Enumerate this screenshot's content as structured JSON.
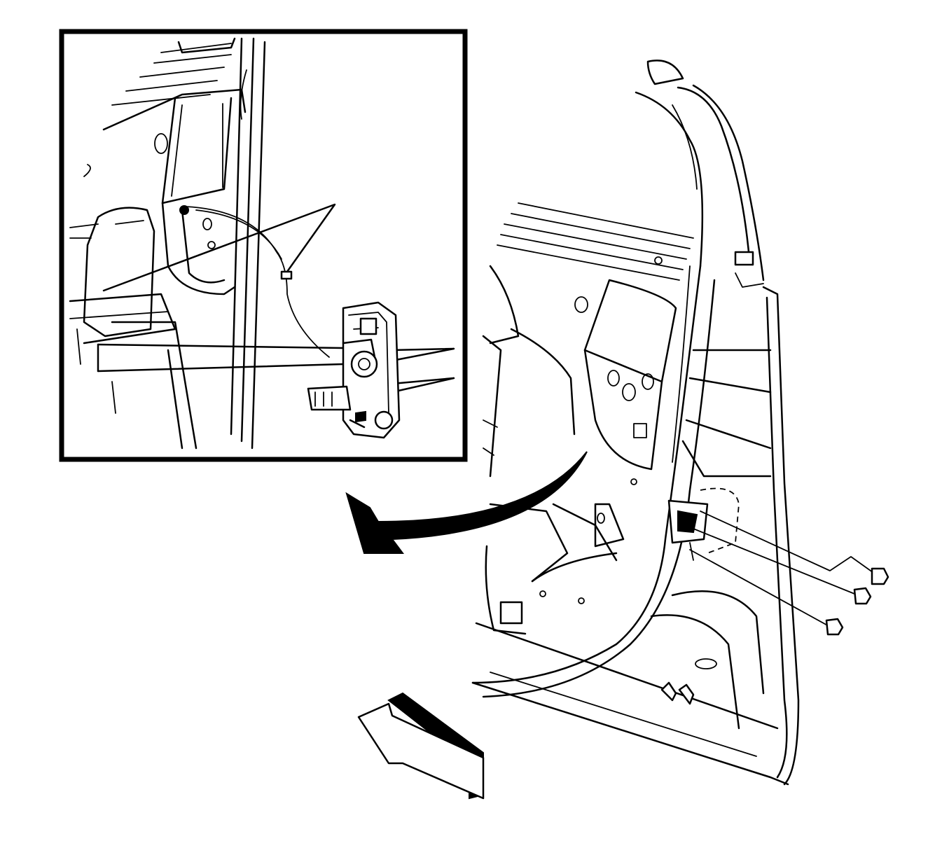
{
  "diagram": {
    "labels": [],
    "colors": {
      "line": "#000000",
      "background": "#ffffff"
    },
    "parts": {
      "detail_inset": "detail-view-frame",
      "door_assembly": "front-door-frame",
      "latch": "door-latch-assembly",
      "fasteners": [
        "latch-bolt",
        "latch-bolt",
        "latch-bolt"
      ],
      "callout_arrow": "curved-callout-arrow",
      "view_arrow": "viewing-direction-arrow"
    }
  }
}
